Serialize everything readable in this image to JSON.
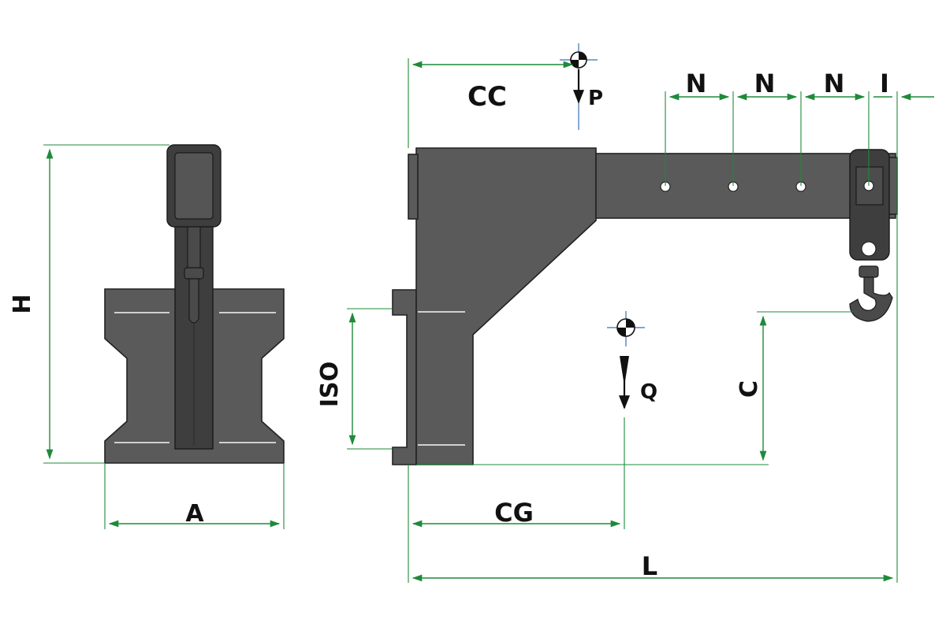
{
  "diagram": {
    "labels": {
      "H": "H",
      "A": "A",
      "CC": "CC",
      "P": "P",
      "N1": "N",
      "N2": "N",
      "N3": "N",
      "I": "I",
      "ISO": "ISO",
      "Q": "Q",
      "C": "C",
      "CG": "CG",
      "L": "L"
    },
    "colors": {
      "dimension_line": "#1f8a3a",
      "body": "#5a5a5a",
      "outline": "#222222",
      "background": "#ffffff"
    },
    "icons": {
      "center_of_gravity": "cog-symbol-icon",
      "hook": "crane-hook-icon"
    }
  }
}
